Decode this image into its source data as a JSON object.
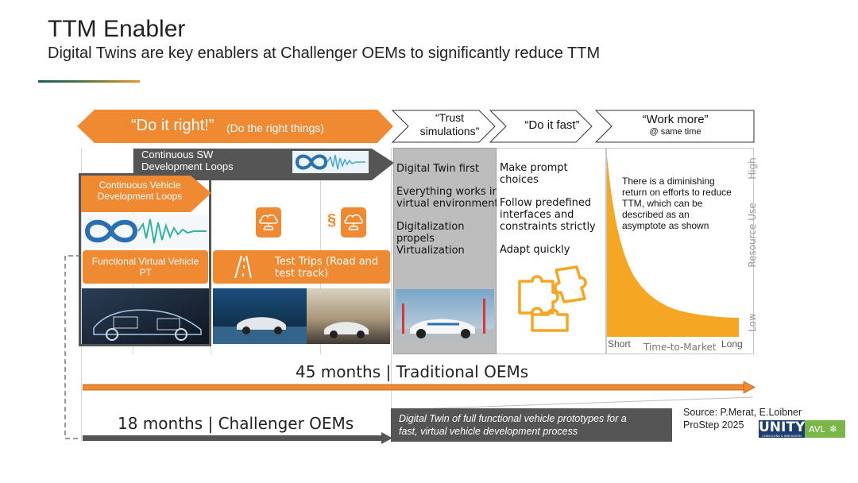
{
  "header": {
    "title": "TTM Enabler",
    "subtitle": "Digital Twins are key enablers at Challenger OEMs to significantly reduce TTM"
  },
  "phases": {
    "do_it_right": "“Do it right!”",
    "do_it_right_sub": "(Do the right things)",
    "trust_simulations_line1": "“Trust",
    "trust_simulations_line2": "simulations”",
    "do_it_fast": "“Do it fast”",
    "work_more": "“Work more”",
    "work_more_sub": "@ same time"
  },
  "loops": {
    "sw_line1": "Continuous SW",
    "sw_line2": "Development Loops",
    "vehicle_line1": "Continuous Vehicle",
    "vehicle_line2": "Development Loops"
  },
  "boxes": {
    "functional_line1": "Functional Virtual Vehicle",
    "functional_line2": "PT",
    "test_trips_line1": "Test Trips (Road and",
    "test_trips_line2": "test track)",
    "section_symbol": "§"
  },
  "digital_twin_column": {
    "item1": "Digital Twin first",
    "item2_line1": "Everything works in",
    "item2_line2": "virtual environment",
    "item3_line1": "Digitalization",
    "item3_line2": "propels",
    "item3_line3": "Virtualization"
  },
  "fast_column": {
    "item1_line1": "Make prompt",
    "item1_line2": "choices",
    "item2_line1": "Follow predefined",
    "item2_line2": "interfaces and",
    "item2_line3": "constraints strictly",
    "item3": "Adapt quickly"
  },
  "asymptote_panel": {
    "text_line1": "There is a diminishing",
    "text_line2": "return on efforts to reduce",
    "text_line3": "TTM, which can be",
    "text_line4": "described as an",
    "text_line5": "asymptote as shown",
    "y_high": "High",
    "y_label": "Resource Use",
    "y_low": "Low",
    "x_short": "Short",
    "x_label": "Time-to-Market",
    "x_long": "Long"
  },
  "timelines": {
    "traditional": "45 months | Traditional OEMs",
    "challenger": "18 months | Challenger OEMs"
  },
  "callout": {
    "line1": "Digital Twin of full functional vehicle prototypes for a",
    "line2": "fast, virtual vehicle development process"
  },
  "source": {
    "line1": "Source: P.Merat, E.Loibner",
    "line2": "ProStep 2025"
  },
  "logos": {
    "unity": "UNITY",
    "unity_sub": "CONSULTING & INNOVATION",
    "avl": "AVL"
  },
  "colors": {
    "orange": "#f08a32",
    "dark_arrow": "#555555",
    "grey_column": "#bdbdbd",
    "accent_blue": "#2b6fb3"
  }
}
